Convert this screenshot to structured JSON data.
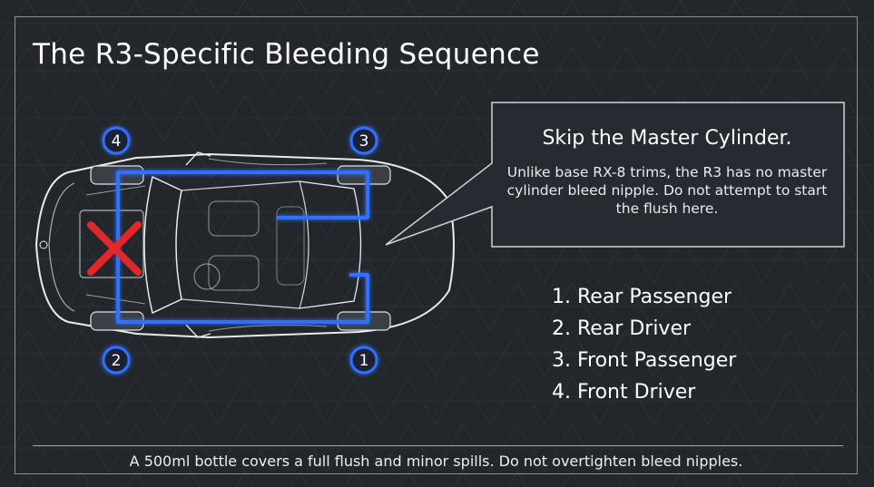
{
  "title": "The R3-Specific Bleeding Sequence",
  "callout": {
    "heading": "Skip the Master Cylinder.",
    "body": "Unlike base RX-8 trims, the R3 has no master cylinder bleed nipple. Do not attempt to start the flush here."
  },
  "steps": [
    "1. Rear Passenger",
    "2. Rear Driver",
    "3. Front Passenger",
    "4. Front Driver"
  ],
  "wheel_badges": {
    "front_driver": "4",
    "front_passenger": "3",
    "rear_driver": "2",
    "rear_passenger": "1"
  },
  "footer": "A 500ml bottle covers a full flush and minor spills. Do not overtighten bleed nipples.",
  "colors": {
    "background": "#23272c",
    "accent_blue": "#2f6fff",
    "warning_red": "#e0282a",
    "line_white": "#e8ecef"
  },
  "icons": {
    "master_cylinder_marker": "red-x-icon",
    "brand_badge": "mazda-logo-icon"
  }
}
